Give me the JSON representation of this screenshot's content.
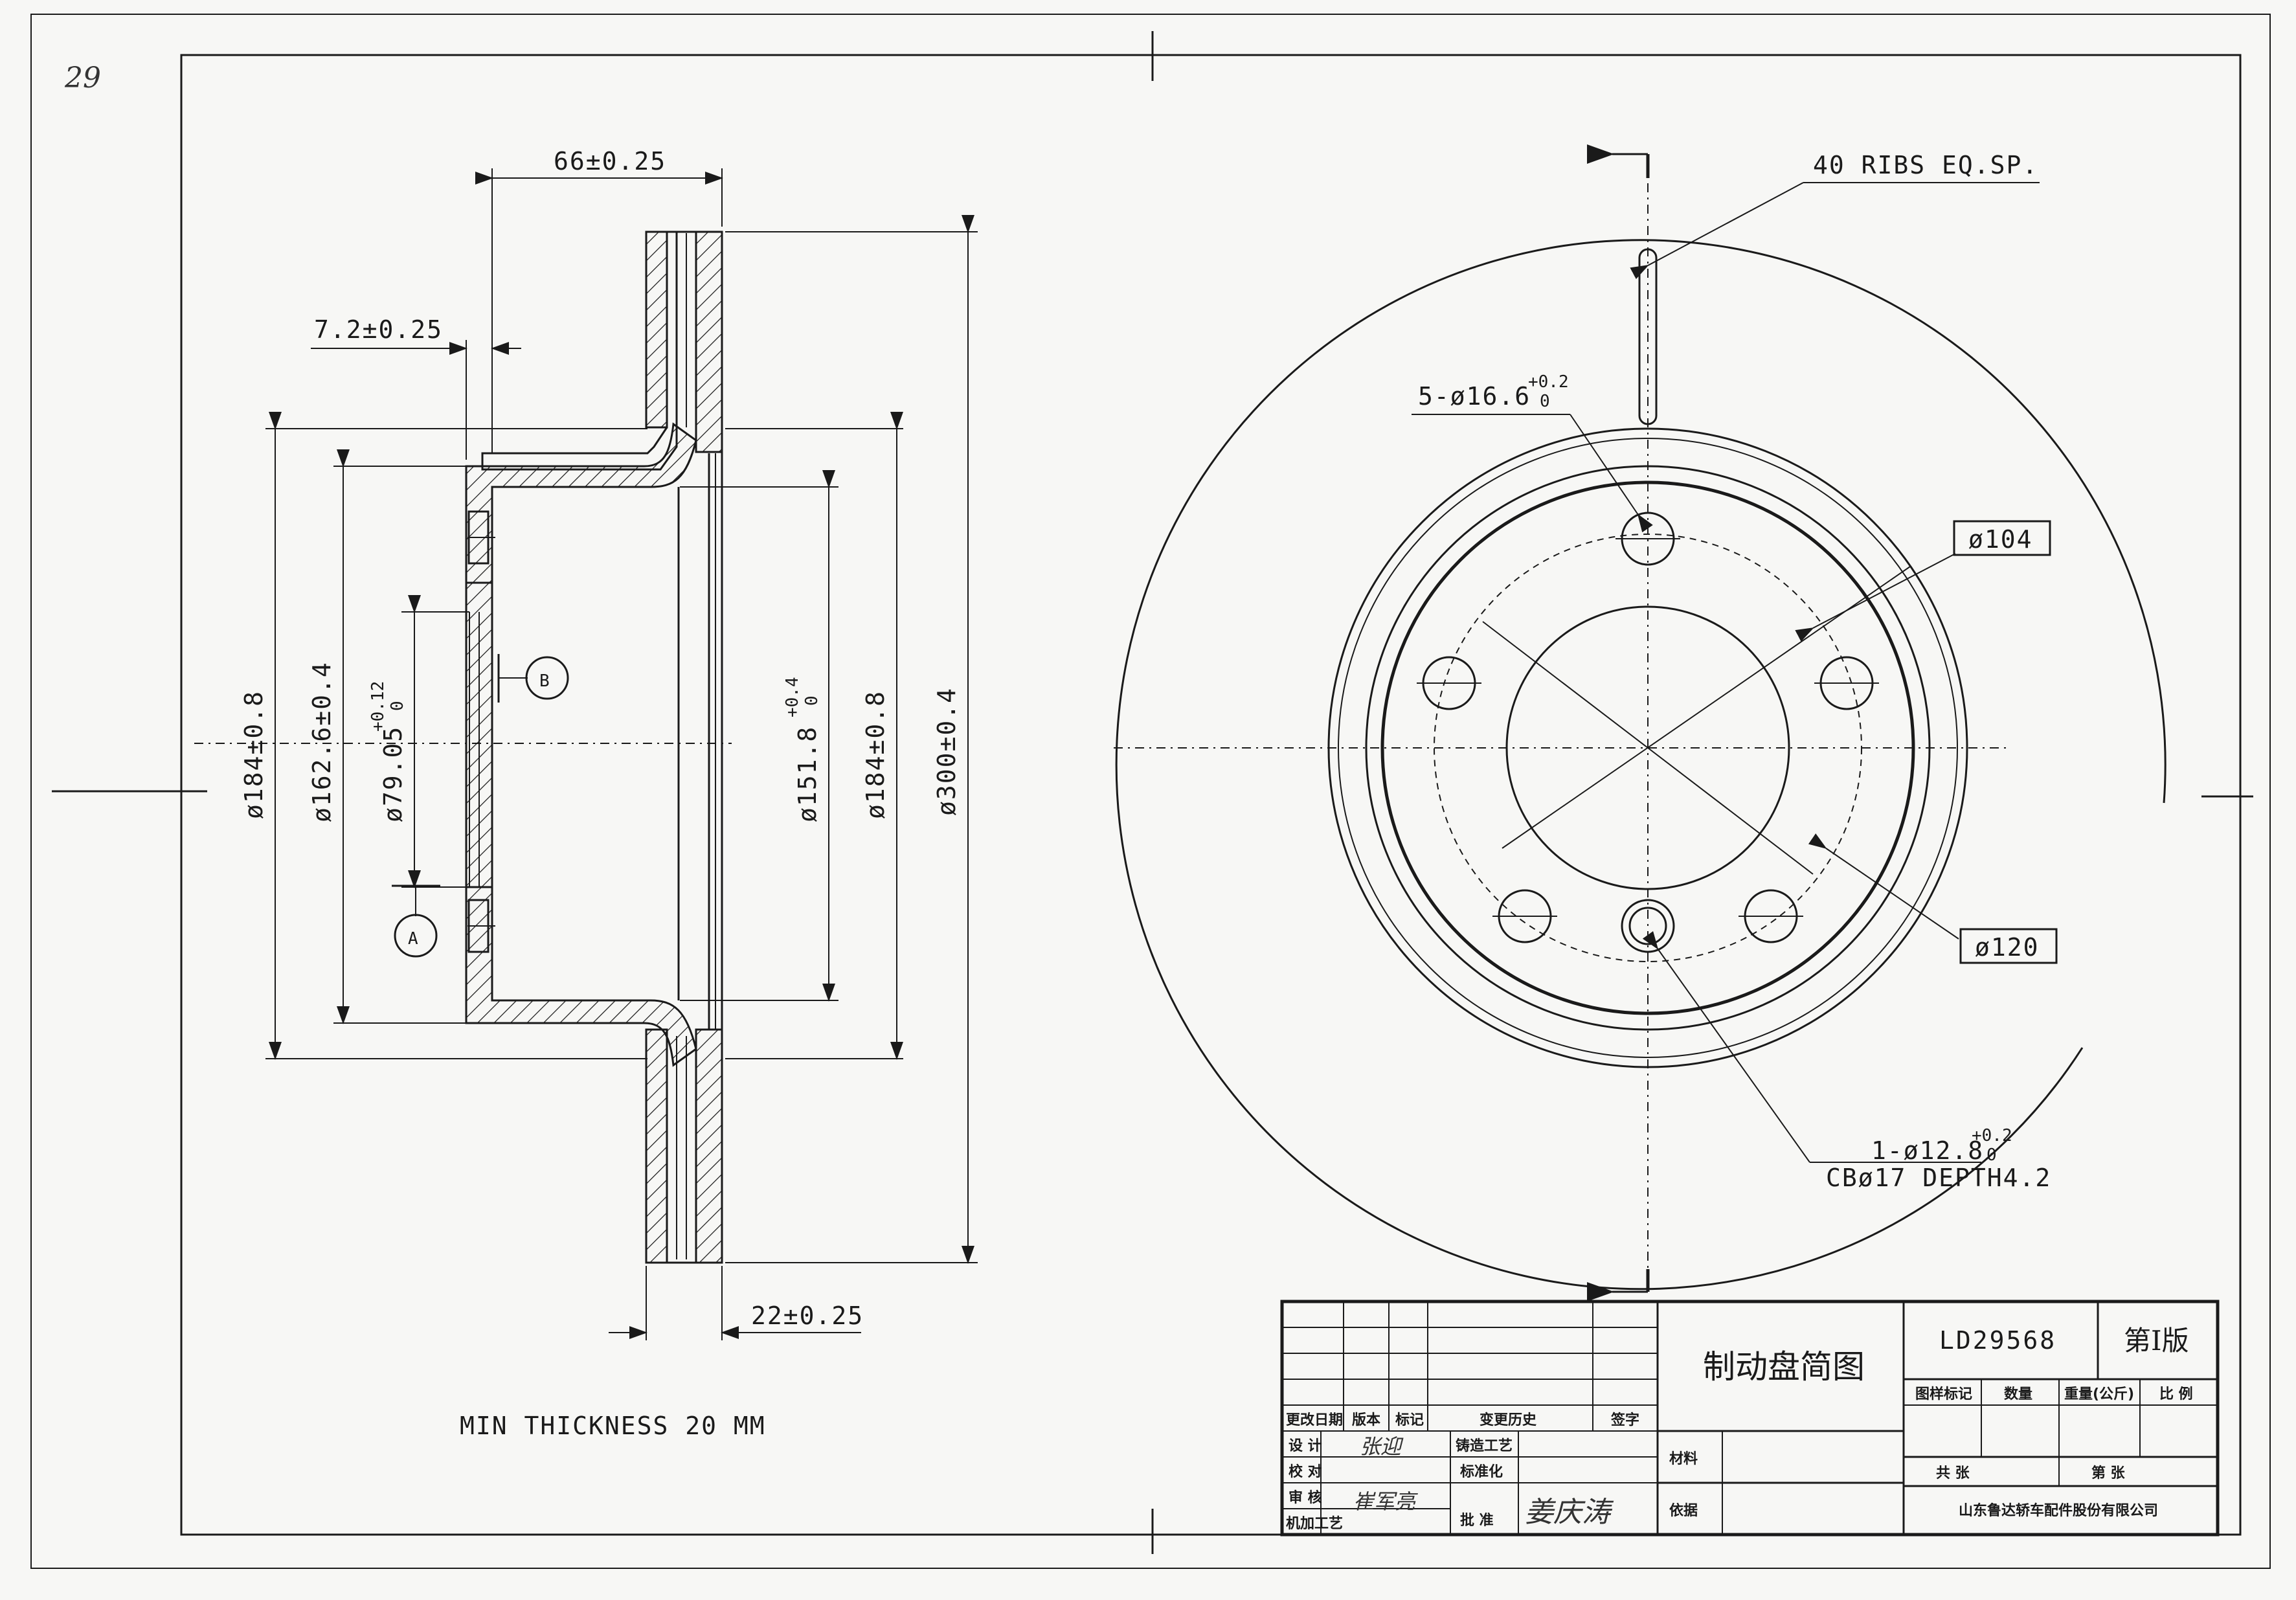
{
  "sheet": {
    "number": "29"
  },
  "dimensions": {
    "overall_width": "66±0.25",
    "hat_thickness": "7.2±0.25",
    "inner_step_dia": "ø184±0.8",
    "hat_outer_dia": "ø162.6±0.4",
    "center_bore_dia": "ø79.05",
    "center_bore_tol_upper": "+0.12",
    "center_bore_tol_lower": "0",
    "hat_inner_dia": "ø151.8",
    "hat_inner_tol_upper": "+0.4",
    "hat_inner_tol_lower": "0",
    "friction_inner_dia": "ø184±0.8",
    "outer_dia": "ø300±0.4",
    "disc_thickness": "22±0.25",
    "min_thickness_note": "MIN THICKNESS 20 MM"
  },
  "datums": {
    "a": "A",
    "b": "B"
  },
  "callouts": {
    "ribs": "40 RIBS EQ.SP.",
    "bolt_holes": "5-ø16.6",
    "bolt_holes_tol_upper": "+0.2",
    "bolt_holes_tol_lower": "0",
    "pcd": "ø104",
    "step_dia": "ø120",
    "pin_hole": "1-ø12.8",
    "pin_hole_tol_upper": "+0.2",
    "pin_hole_tol_lower": "0",
    "counterbore": "CBø17 DEPTH4.2"
  },
  "title_block": {
    "title": "制动盘简图",
    "part_number": "LD29568",
    "revision": "第I版",
    "col_drawing_mark": "图样标记",
    "col_quantity": "数量",
    "col_weight": "重量(公斤)",
    "col_scale": "比 例",
    "total_sheets": "共   张",
    "sheet_no": "第   张",
    "company": "山东鲁达轿车配件股份有限公司",
    "change_date": "更改日期",
    "version": "版本",
    "mark": "标记",
    "change_history": "变更历史",
    "sign": "签字",
    "design": "设  计",
    "check": "校  对",
    "review": "审  核",
    "machining": "机加工艺",
    "casting": "铸造工艺",
    "standardization": "标准化",
    "approve": "批  准",
    "material": "材料",
    "basis": "依据",
    "sig_design": "张迎",
    "sig_review": "崔军亮",
    "sig_approve": "姜庆涛"
  }
}
